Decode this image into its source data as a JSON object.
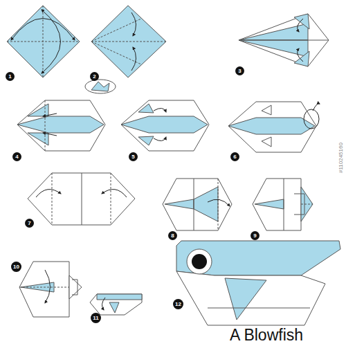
{
  "diagram": {
    "title": "A Blowfish",
    "labels": [
      "1",
      "2",
      "3",
      "4",
      "5",
      "6",
      "7",
      "8",
      "9",
      "10",
      "11",
      "12",
      "#110245160"
    ]
  }
}
